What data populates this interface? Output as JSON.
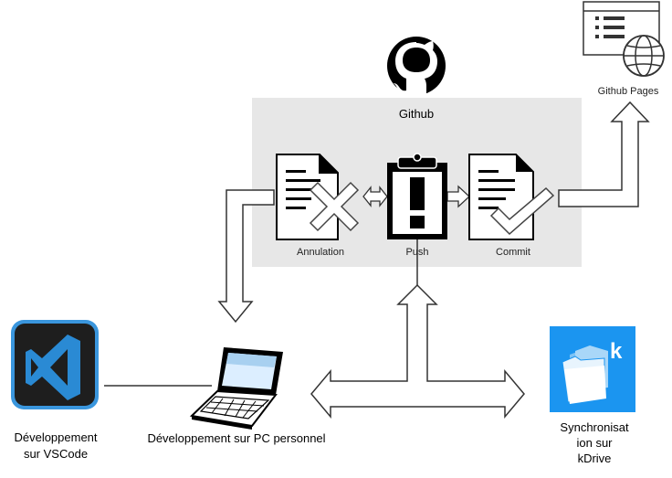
{
  "github": {
    "title": "Github"
  },
  "github_pages": {
    "label": "Github Pages"
  },
  "steps": {
    "cancel": "Annulation",
    "push": "Push",
    "commit": "Commit"
  },
  "vscode": {
    "label_line1": "Développement",
    "label_line2": "sur VSCode"
  },
  "laptop": {
    "label": "Développement sur PC personnel"
  },
  "kdrive": {
    "label_line1": "Synchronisat",
    "label_line2": "ion sur",
    "label_line3": "kDrive"
  },
  "colors": {
    "github_box": "#e7e7e7",
    "vscode_bg": "#1e1e1e",
    "vscode_border": "#3a96dd",
    "vscode_blue": "#2a8ad4",
    "kdrive_bg": "#1b95f0"
  },
  "icons": {
    "github": "github-octocat-icon",
    "pages": "web-page-globe-icon",
    "cancel": "document-cross-icon",
    "push": "clipboard-exclamation-icon",
    "commit": "document-check-icon",
    "vscode": "vscode-logo-icon",
    "laptop": "laptop-icon",
    "kdrive": "kdrive-logo-icon"
  }
}
